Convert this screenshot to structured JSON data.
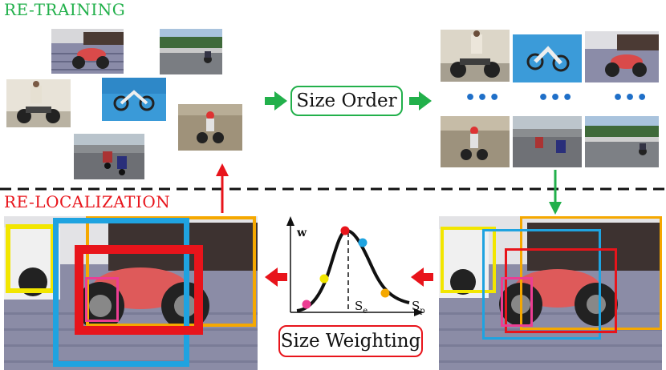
{
  "labels": {
    "retraining": "RE-TRAINING",
    "relocalization": "RE-LOCALIZATION",
    "size_order": "Size Order",
    "size_weighting": "Size Weighting",
    "ellipsis": "•••"
  },
  "plot": {
    "y_axis": "w",
    "x_axis_base": "S",
    "x_axis_sub": "p",
    "peak_base": "S",
    "peak_sub": "e"
  },
  "colors": {
    "retraining": "#22b04b",
    "relocalization": "#e8141b",
    "dots": "#1f6fc8",
    "box_yellow": "#f2e600",
    "box_orange": "#f5a800",
    "box_blue": "#1fa3e0",
    "box_red": "#e8141b",
    "box_pink": "#ec3d93"
  }
}
